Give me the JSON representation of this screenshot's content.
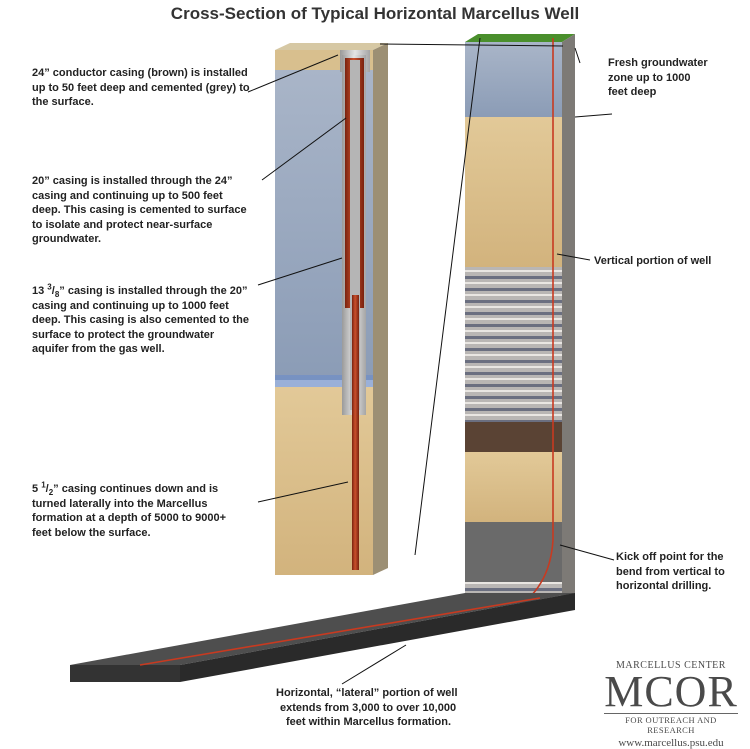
{
  "title": "Cross-Section of Typical Horizontal Marcellus Well",
  "labels": {
    "conductor": [
      "24” conductor casing (brown) is installed",
      "up to 50 feet deep and cemented (grey) to",
      "the surface."
    ],
    "casing20": [
      "20” casing is installed through the 24”",
      "casing and continuing up to 500 feet",
      "deep. This casing is cemented to surface",
      "to isolate and protect near-surface",
      "groundwater."
    ],
    "casing13": {
      "l1_a": "13 ",
      "l1_sup": "3",
      "l1_slash": "/",
      "l1_sub": "8",
      "l1_b": "” casing is installed through the 20”",
      "rest": [
        "casing and continuing up to 1000 feet",
        "deep. This casing is also cemented to the",
        "surface to protect the groundwater",
        "aquifer from the gas well."
      ]
    },
    "casing5": {
      "l1_a": "5 ",
      "l1_sup": "1",
      "l1_slash": "/",
      "l1_sub": "2",
      "l1_b": "” casing continues down and is",
      "rest": [
        "turned laterally into the Marcellus",
        "formation at a depth of 5000 to 9000+",
        "feet below the surface."
      ]
    },
    "groundwater": [
      "Fresh groundwater",
      "zone up to 1000",
      "feet deep"
    ],
    "vertical": "Vertical portion of well",
    "kickoff": [
      "Kick off point for the",
      "bend from vertical to",
      "horizontal drilling."
    ],
    "lateral": [
      "Horizontal, “lateral” portion of well",
      "extends from 3,000 to over 10,000",
      "feet within Marcellus formation."
    ]
  },
  "logo": {
    "top": "MARCELLUS CENTER",
    "main": "MCOR",
    "sub": "FOR OUTREACH AND RESEARCH",
    "url": "www.marcellus.psu.edu"
  },
  "colors": {
    "casing_brown": "#a8381c",
    "cement_grey": "#c9c9c9",
    "rock_blue": "#8fa3c1",
    "rock_sand": "#d9bf8c",
    "grass": "#4a8f2c",
    "shale_dark": "#2e2e2e",
    "well_red": "#c83a20"
  }
}
